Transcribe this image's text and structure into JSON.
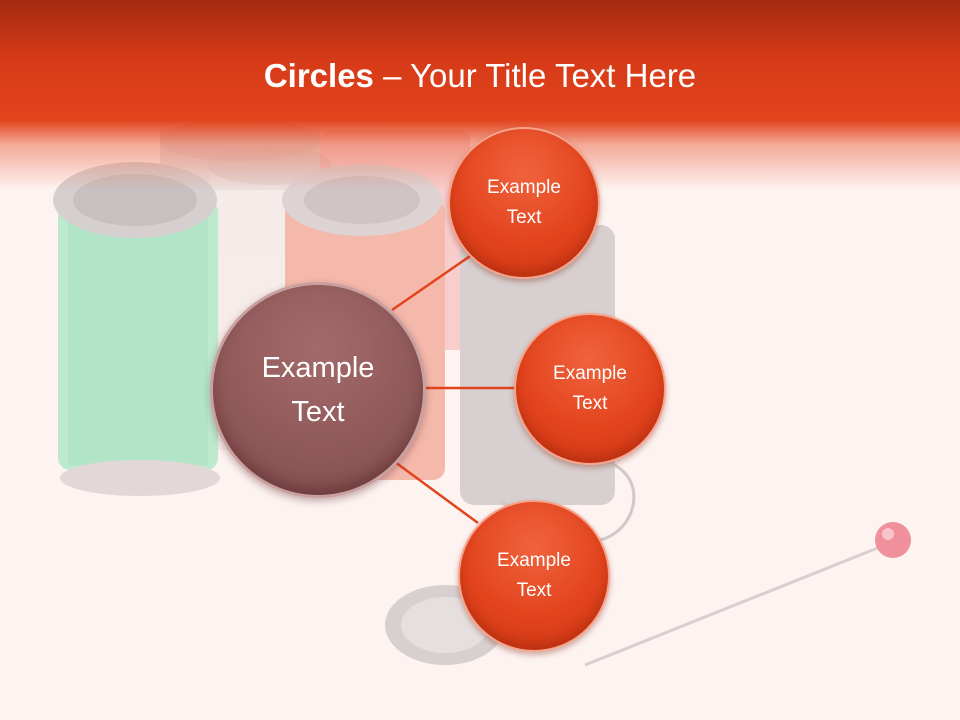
{
  "slide": {
    "title_bold": "Circles",
    "title_rest": " – Your Title Text Here"
  },
  "center_circle": {
    "line1": "Example",
    "line2": "Text"
  },
  "circles": [
    {
      "line1": "Example",
      "line2": "Text"
    },
    {
      "line1": "Example",
      "line2": "Text"
    },
    {
      "line1": "Example",
      "line2": "Text"
    }
  ],
  "colors": {
    "header": "#e2441d",
    "accent_circle": "#e2441d",
    "center_circle": "#8f5858",
    "connector": "#e2441d"
  }
}
